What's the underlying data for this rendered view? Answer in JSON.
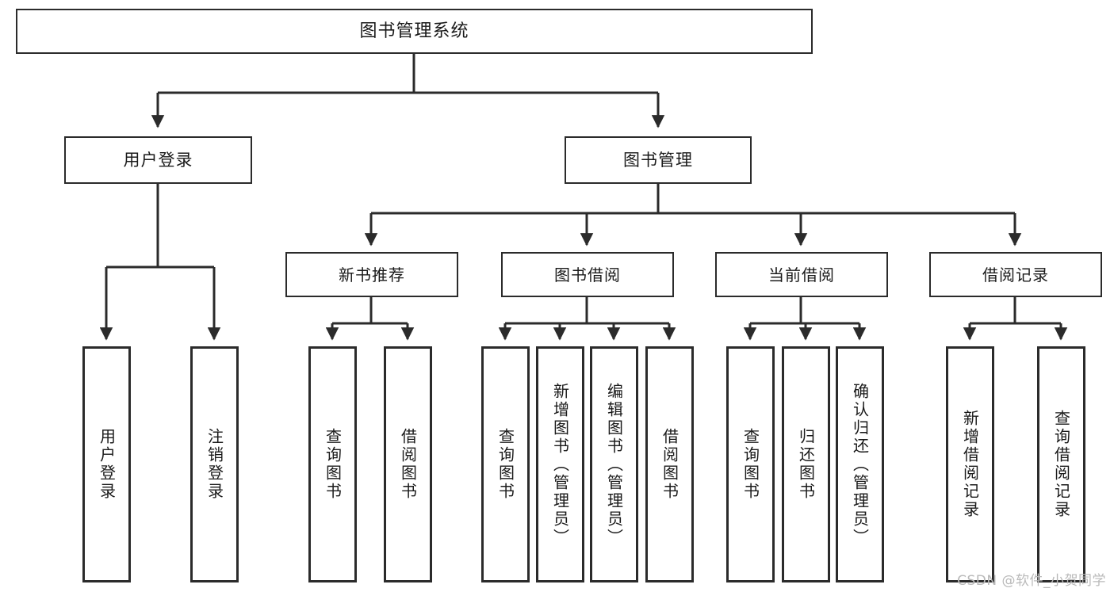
{
  "diagram": {
    "title": "图书管理系统",
    "type": "tree",
    "colors": {
      "box_border": "#2b2b2b",
      "box_fill": "#ffffff",
      "connector": "#2b2b2b",
      "background": "#ffffff",
      "watermark": "#b9b9b9"
    },
    "root": {
      "label": "图书管理系统"
    },
    "tier2": [
      {
        "label": "用户登录"
      },
      {
        "label": "图书管理"
      }
    ],
    "tier3": [
      {
        "label": "新书推荐"
      },
      {
        "label": "图书借阅"
      },
      {
        "label": "当前借阅"
      },
      {
        "label": "借阅记录"
      }
    ],
    "leaves": [
      {
        "label": "用户登录"
      },
      {
        "label": "注销登录"
      },
      {
        "label": "查询图书"
      },
      {
        "label": "借阅图书"
      },
      {
        "label": "查询图书"
      },
      {
        "label": "新增图书（管理员）"
      },
      {
        "label": "编辑图书（管理员）"
      },
      {
        "label": "借阅图书"
      },
      {
        "label": "查询图书"
      },
      {
        "label": "归还图书"
      },
      {
        "label": "确认归还（管理员）"
      },
      {
        "label": "新增借阅记录"
      },
      {
        "label": "查询借阅记录"
      }
    ]
  },
  "watermark": {
    "text": "CSDN @软件_小贺同学"
  }
}
